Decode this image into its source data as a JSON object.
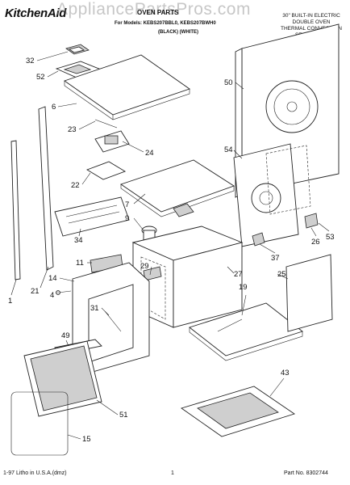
{
  "header": {
    "brand": "KitchenAid",
    "watermark": "AppliancePartsPros.com",
    "title": "OVEN PARTS",
    "model_line": "For Models: KEBS207BBL0, KEBS207BWH0",
    "colors": "(BLACK)        (WHITE)"
  },
  "description": {
    "lines": [
      "30\" BUILT-IN ELECTRIC",
      "DOUBLE OVEN",
      "THERMAL CONVECTION",
      "SELF-CLEAN"
    ]
  },
  "callouts": [
    "32",
    "52",
    "6",
    "50",
    "23",
    "24",
    "22",
    "54",
    "7",
    "9",
    "34",
    "21",
    "11",
    "29",
    "14",
    "27",
    "4",
    "19",
    "25",
    "37",
    "26",
    "53",
    "1",
    "31",
    "49",
    "43",
    "51",
    "15"
  ],
  "footer": {
    "left": "1-97 Litho in U.S.A.(dmz)",
    "page": "1",
    "right": "Part No. 8302744"
  }
}
